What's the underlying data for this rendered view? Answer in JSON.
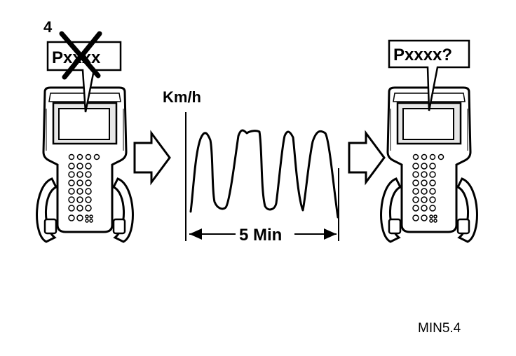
{
  "step_number": "4",
  "left_tool": {
    "code_label": "Pxxxx",
    "crossed_out": true
  },
  "right_tool": {
    "code_label": "Pxxxx?"
  },
  "graph": {
    "y_label": "Km/h",
    "duration_label": "5 Min"
  },
  "reference_code": "MIN5.4",
  "icons": [
    "scan-tool-icon",
    "arrow-right-icon",
    "cross-out-icon"
  ]
}
